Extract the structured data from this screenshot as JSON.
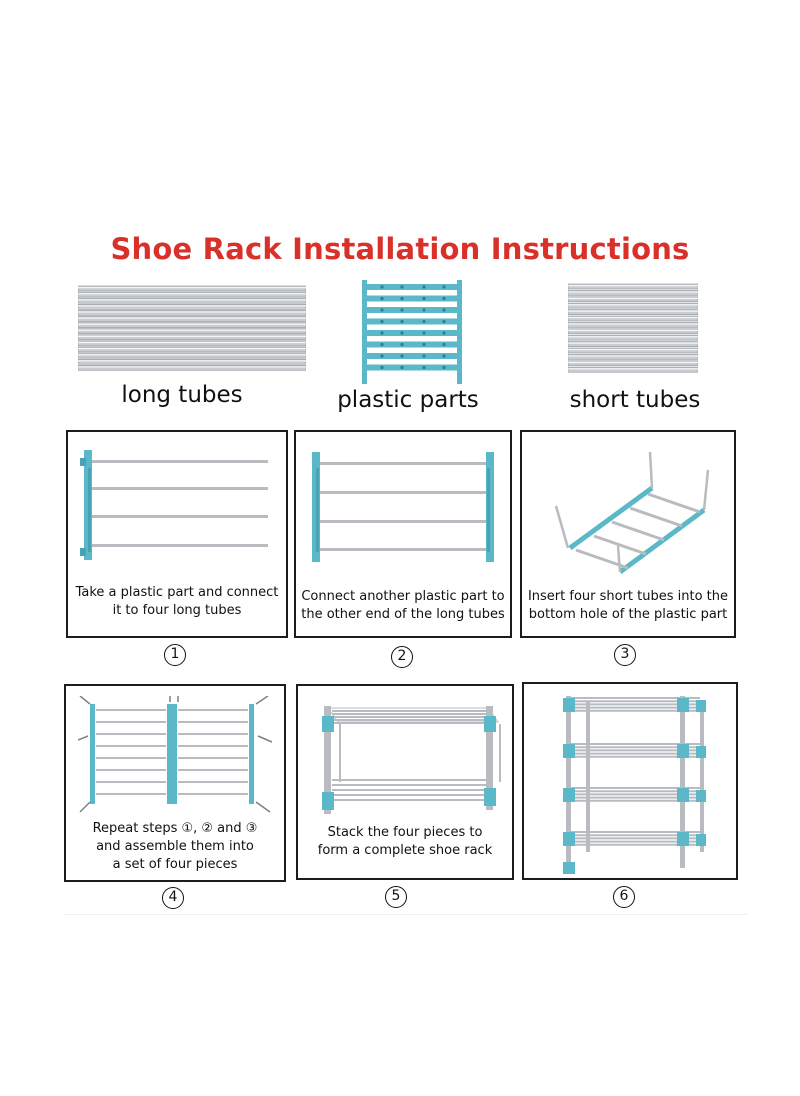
{
  "title": "Shoe Rack Installation Instructions",
  "parts": [
    {
      "label": "long tubes",
      "icon": "long-tubes-image"
    },
    {
      "label": "plastic parts",
      "icon": "plastic-parts-image"
    },
    {
      "label": "short tubes",
      "icon": "short-tubes-image"
    }
  ],
  "steps": [
    {
      "number": "1",
      "lines": [
        "Take a plastic part and connect",
        "it to four long tubes"
      ]
    },
    {
      "number": "2",
      "lines": [
        "Connect another plastic part to",
        "the other end of the long tubes"
      ]
    },
    {
      "number": "3",
      "lines": [
        "Insert four short tubes into the",
        "bottom hole of the plastic part"
      ]
    },
    {
      "number": "4",
      "lines": [
        "Repeat steps ①, ② and ③",
        "and assemble them into",
        "a set of four pieces"
      ]
    },
    {
      "number": "5",
      "lines": [
        "Stack the four pieces to",
        "form a complete shoe rack"
      ]
    },
    {
      "number": "6",
      "lines": []
    }
  ],
  "colors": {
    "title": "#d9302a",
    "plastic": "#5bb8c9",
    "metal": "#b8bcc0"
  }
}
